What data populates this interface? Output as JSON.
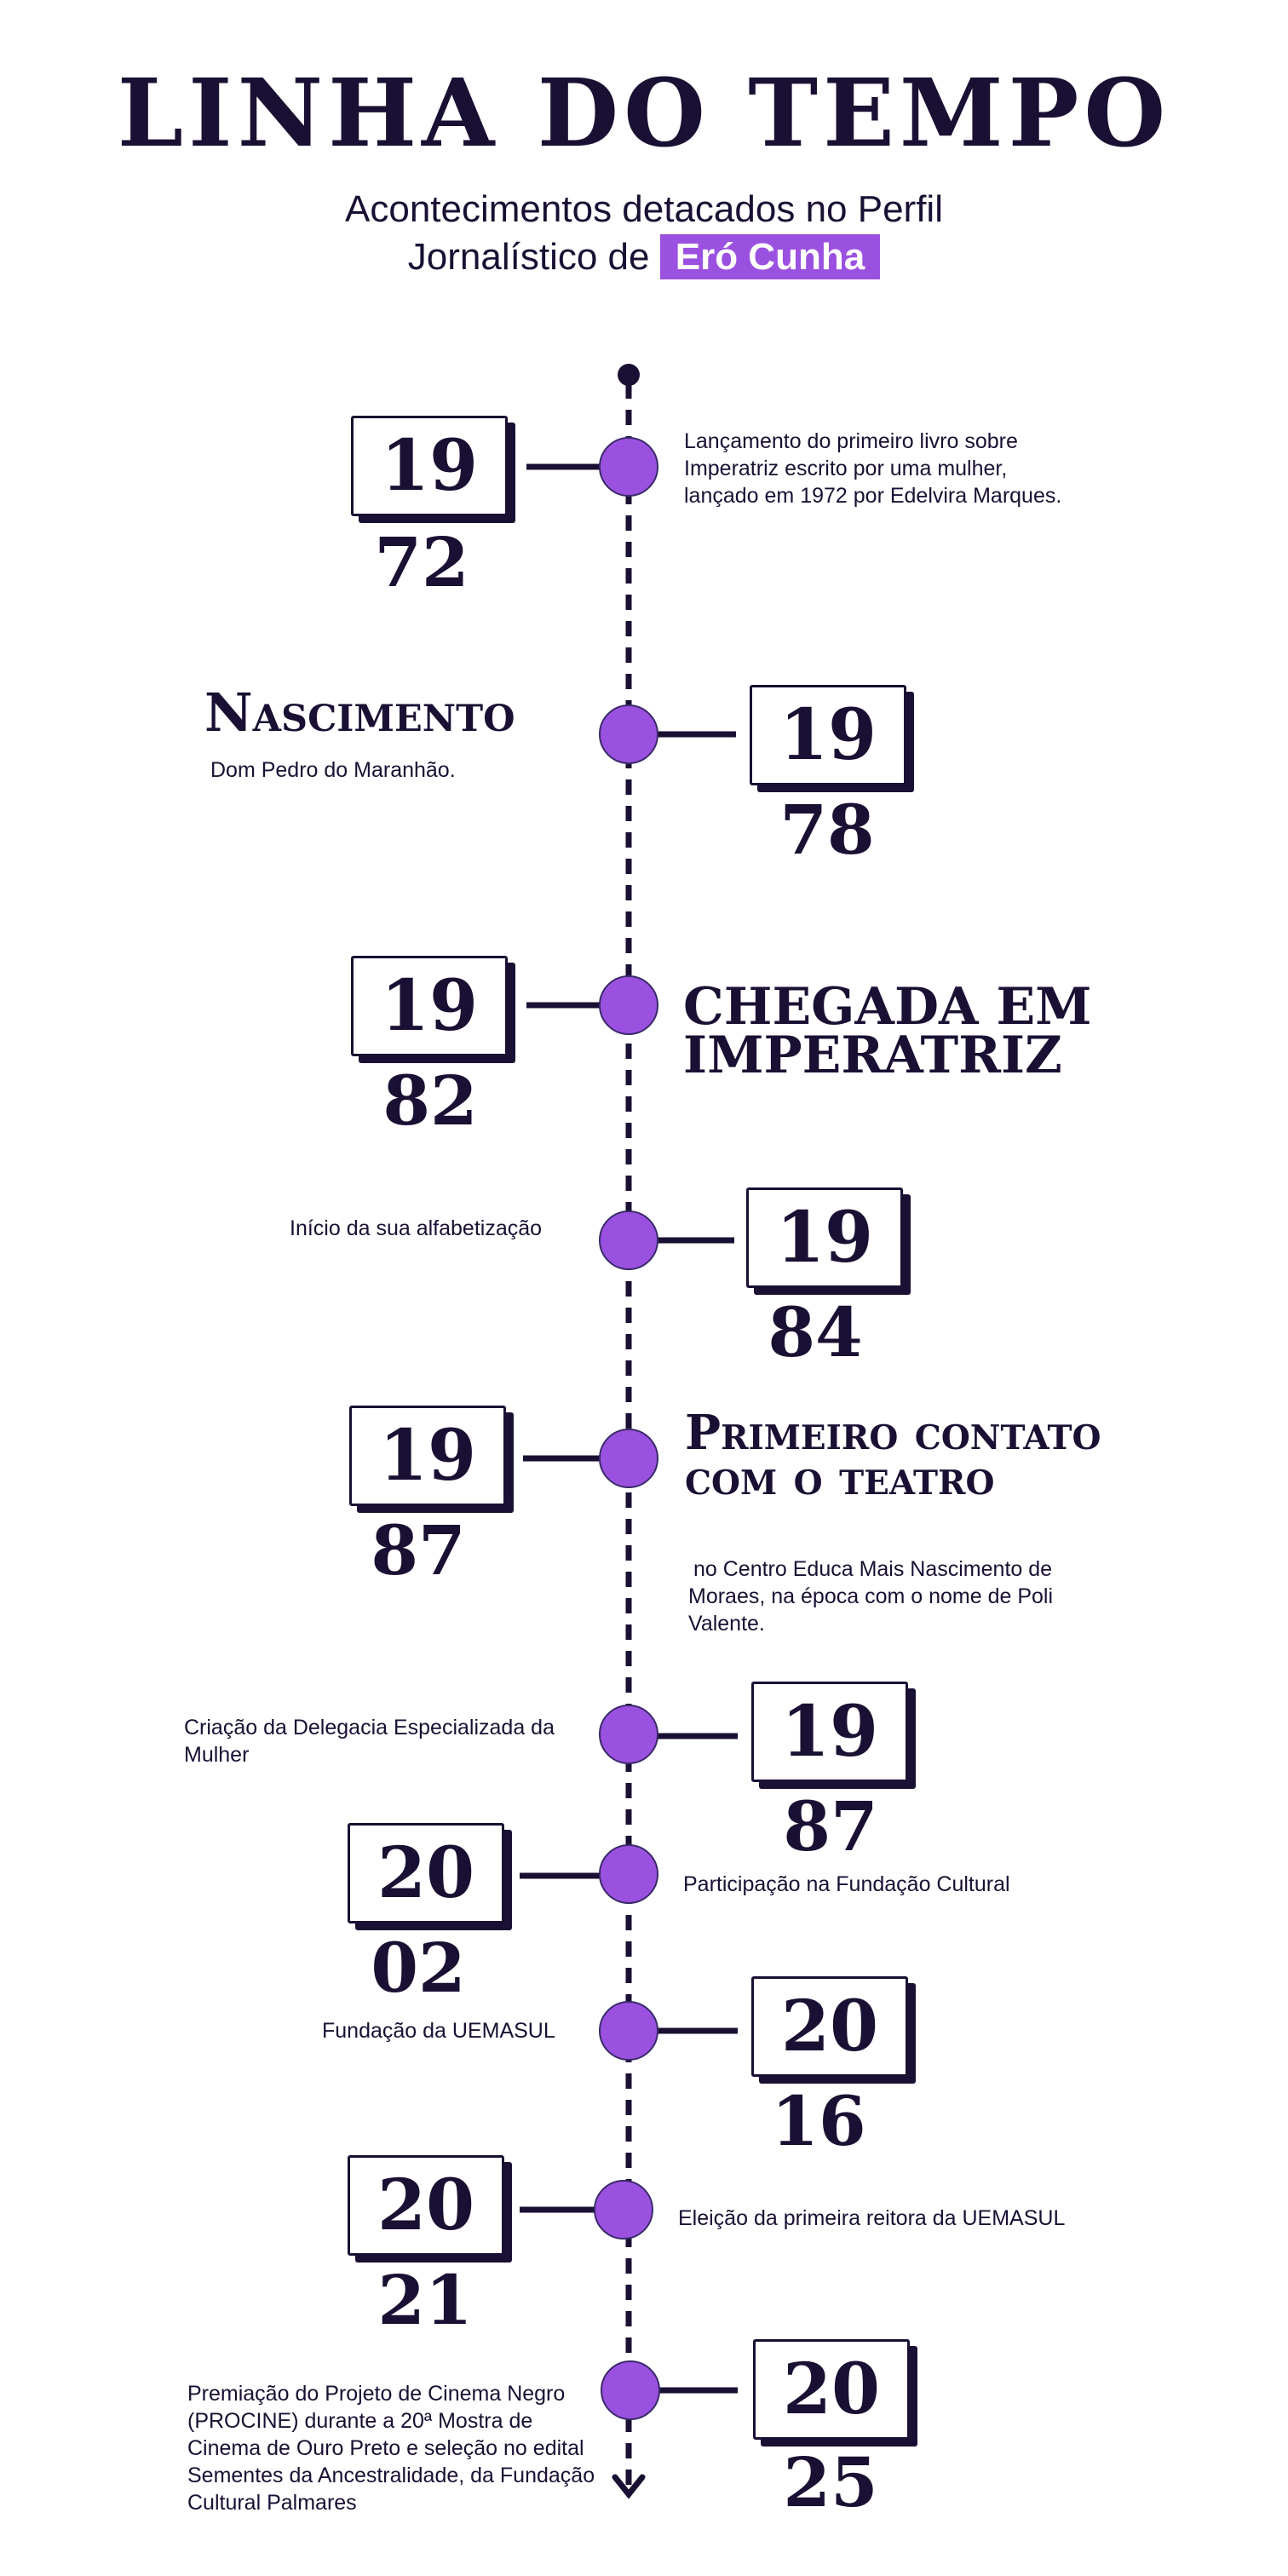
{
  "header": {
    "title": "LINHA DO TEMPO",
    "subtitle_line1": "Acontecimentos detacados no Perfil",
    "subtitle_line2_prefix": "Jornalístico de",
    "subtitle_highlight": "Eró Cunha"
  },
  "colors": {
    "accent": "#9b51e0",
    "ink": "#1a1033",
    "background": "#ffffff"
  },
  "events": [
    {
      "year_top": "19",
      "year_bottom": "72",
      "heading": "",
      "text": "Lançamento do primeiro livro sobre Imperatriz escrito por uma mulher, lançado em 1972 por Edelvira Marques."
    },
    {
      "year_top": "19",
      "year_bottom": "78",
      "heading": "Nascimento",
      "text": "Dom Pedro do Maranhão."
    },
    {
      "year_top": "19",
      "year_bottom": "82",
      "heading": "CHEGADA EM IMPERATRIZ",
      "text": ""
    },
    {
      "year_top": "19",
      "year_bottom": "84",
      "heading": "",
      "text": "Início da sua alfabetização"
    },
    {
      "year_top": "19",
      "year_bottom": "87",
      "heading": "Primeiro contato com o teatro",
      "text": "no Centro Educa Mais Nascimento de Moraes, na época com o nome de Poli Valente."
    },
    {
      "year_top": "19",
      "year_bottom": "87",
      "heading": "",
      "text": "Criação da Delegacia Especializada da Mulher"
    },
    {
      "year_top": "20",
      "year_bottom": "02",
      "heading": "",
      "text": "Participação na Fundação Cultural"
    },
    {
      "year_top": "20",
      "year_bottom": "16",
      "heading": "",
      "text": "Fundação da UEMASUL"
    },
    {
      "year_top": "20",
      "year_bottom": "21",
      "heading": "",
      "text": "Eleição da primeira reitora da UEMASUL"
    },
    {
      "year_top": "20",
      "year_bottom": "25",
      "heading": "",
      "text": "Premiação do Projeto de Cinema Negro (PROCINE) durante a 20ª Mostra de Cinema de Ouro Preto e seleção no edital Sementes da Ancestralidade, da Fundação Cultural Palmares"
    }
  ]
}
